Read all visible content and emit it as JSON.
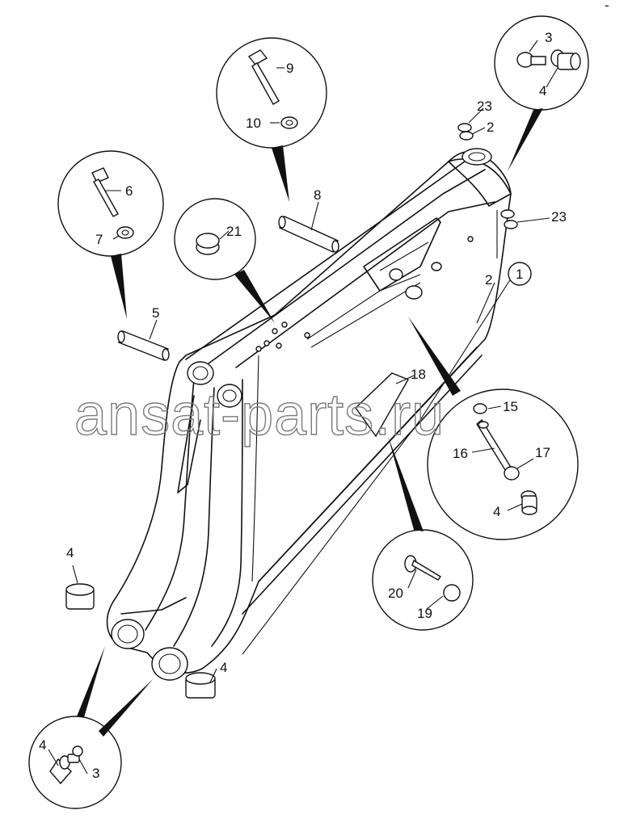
{
  "diagram": {
    "corner_mark": "-",
    "watermark": "ansat-parts.ru",
    "callouts": {
      "c1": "1",
      "c2a": "2",
      "c2b": "2",
      "c3a": "3",
      "c3b": "3",
      "c4a": "4",
      "c4b": "4",
      "c4c": "4",
      "c4d": "4",
      "c4e": "4",
      "c5": "5",
      "c6": "6",
      "c7": "7",
      "c8": "8",
      "c9": "9",
      "c10": "10",
      "c15": "15",
      "c16": "16",
      "c17": "17",
      "c18": "18",
      "c19": "19",
      "c20": "20",
      "c21": "21",
      "c23a": "23",
      "c23b": "23"
    }
  }
}
